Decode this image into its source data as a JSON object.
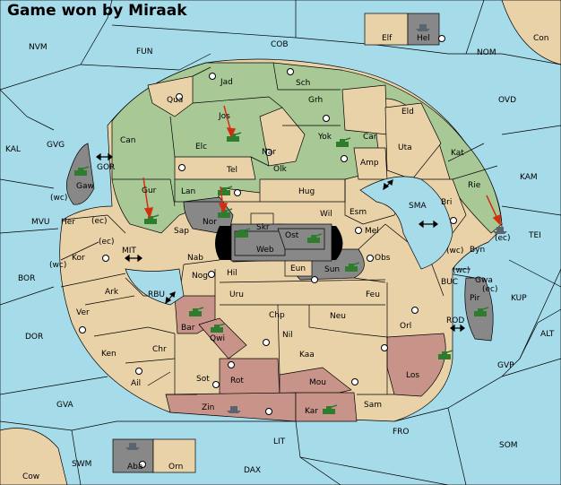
{
  "status": {
    "title": "Game won by Miraak"
  },
  "colors": {
    "sea": "#a6dbea",
    "neutral_land": "#ead2a8",
    "green_power": "#a8c996",
    "red_power": "#c8948a",
    "gray_power": "#888888",
    "order_arrow": "#d03010",
    "army_unit": "#2e7d2e",
    "fleet_unit": "#5a6470"
  },
  "provinces": {
    "NVM": "NVM",
    "FUN": "FUN",
    "COB": "COB",
    "NOM": "NOM",
    "Con": "Con",
    "Elf": "Elf",
    "Hel": "Hel",
    "OVD": "OVD",
    "KAL": "KAL",
    "GVG": "GVG",
    "GOR": "GOR",
    "KAM": "KAM",
    "MVU": "MVU",
    "SMA": "SMA",
    "TEI": "TEI",
    "MIT": "MIT",
    "BOR": "BOR",
    "RBU": "RBU",
    "BUC": "BUC",
    "KUP": "KUP",
    "DOR": "DOR",
    "ROD": "ROD",
    "ALT": "ALT",
    "GVP": "GVP",
    "GVA": "GVA",
    "FRO": "FRO",
    "LIT": "LIT",
    "SOM": "SOM",
    "SWM": "SWM",
    "DAX": "DAX",
    "Cow": "Cow",
    "Aba": "Aba",
    "Orn": "Orn",
    "Jad": "Jad",
    "Sch": "Sch",
    "Qua": "Qua",
    "Jos": "Jos",
    "Grh": "Grh",
    "Eld": "Eld",
    "Can": "Can",
    "Elc": "Elc",
    "Nar": "Nar",
    "Yok": "Yok",
    "Car": "Car",
    "Uta": "Uta",
    "Kat": "Kat",
    "Tel": "Tel",
    "Olk": "Olk",
    "Amp": "Amp",
    "Gaw": "Gaw",
    "Gur": "Gur",
    "Lan": "Lan",
    "Hug": "Hug",
    "Bri": "Bri",
    "Rie": "Rie",
    "Her": "Her",
    "Nor": "Nor",
    "Wil": "Wil",
    "Esm": "Esm",
    "Sap": "Sap",
    "Skr": "Skr",
    "Ost": "Ost",
    "Mel": "Mel",
    "Byn": "Byn",
    "Kor": "Kor",
    "Web": "Web",
    "Nab": "Nab",
    "Obs": "Obs",
    "Eun": "Eun",
    "Sun": "Sun",
    "Hil": "Hil",
    "Nog": "Nog",
    "Gwa": "Gwa",
    "Ark": "Ark",
    "Uru": "Uru",
    "Feu": "Feu",
    "Pir": "Pir",
    "Ver": "Ver",
    "Bar": "Bar",
    "Chp": "Chp",
    "Neu": "Neu",
    "Orl": "Orl",
    "Qwi": "Qwi",
    "Nil": "Nil",
    "Ken": "Ken",
    "Chr": "Chr",
    "Kaa": "Kaa",
    "Ail": "Ail",
    "Sot": "Sot",
    "Rot": "Rot",
    "Mou": "Mou",
    "Los": "Los",
    "Zin": "Zin",
    "Kar": "Kar",
    "Sam": "Sam"
  },
  "coast_labels": {
    "wc": "(wc)",
    "ec": "(ec)"
  },
  "connectors": {
    "two_way": "↔"
  }
}
